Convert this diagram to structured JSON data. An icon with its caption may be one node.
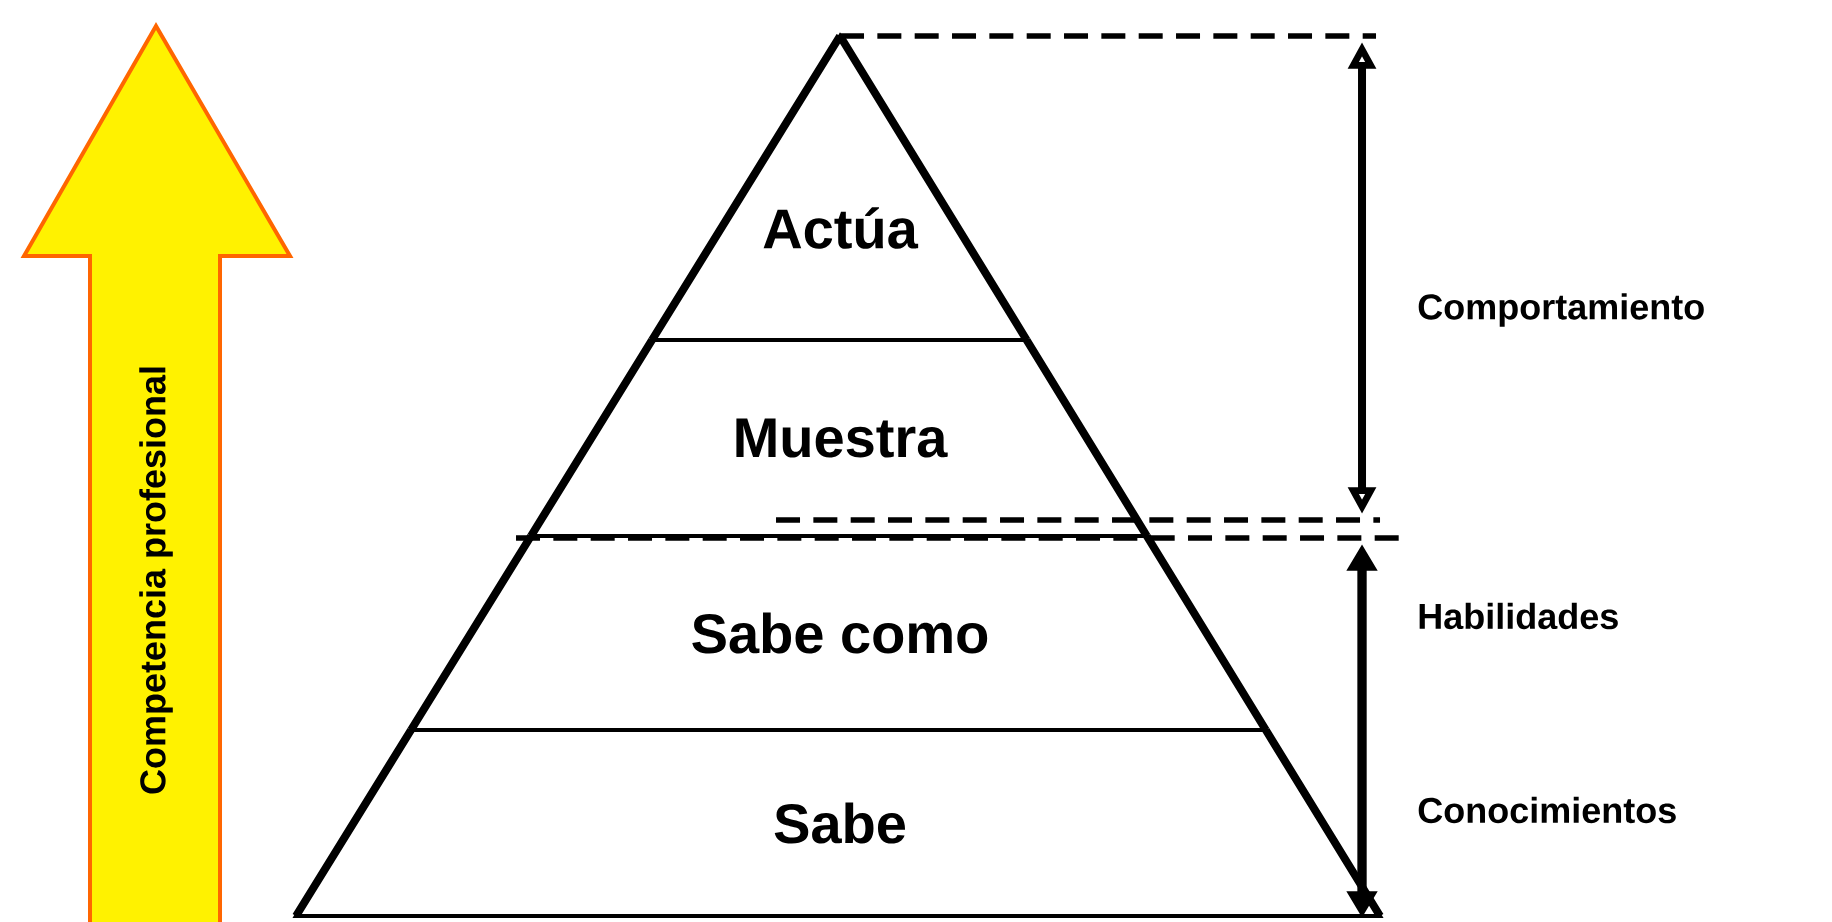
{
  "diagram": {
    "nodes": [
      {
        "text": [
          "Competencia profesional"
        ]
      },
      {
        "text": [
          "Actúa"
        ]
      },
      {
        "text": [
          "Muestra"
        ]
      },
      {
        "text": [
          "Sabe como"
        ]
      },
      {
        "text": [
          "Sabe"
        ]
      }
    ],
    "labels": [
      "Comportamiento",
      "Habilidades",
      "Conocimientos"
    ]
  }
}
